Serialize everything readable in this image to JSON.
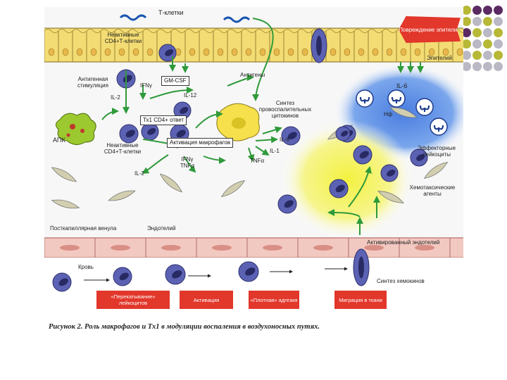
{
  "labels": {
    "t_cells": "Т-клетки",
    "inactive_cd4_top": "Неактивные CD4+Т-клетки",
    "epithelium_damage": "Повреждение эпителия",
    "epithelium": "Эпителий",
    "antigenic_stimulation": "Антигенная стимуляция",
    "ifn_gamma_1": "IFNγ",
    "gm_csf": "GM-CSF",
    "antigens": "Антигены",
    "il_12": "IL-12",
    "il_2_1": "IL-2",
    "th1_response": "Тх1 CD4+ ответ",
    "proinflammatory_synthesis": "Синтез провоспалительных цитокинов",
    "il_6_1": "IL-6",
    "nf": "Нф",
    "apc": "АПК",
    "inactive_cd4_bottom": "Неактивные CD4+Т-клетки",
    "macrophage_activation": "Активация макрофагов",
    "il_6_2": "IL-6",
    "il_1": "IL-1",
    "tnf_alpha_1": "TNFα",
    "ifn_gamma_tnf_alpha": "IFNγ TNFα",
    "il_2_2": "IL-2",
    "effector_leukocytes": "Эффекторные лейкоциты",
    "chemotactic_agents": "Хемотаксические агенты",
    "postcapillary_venule": "Посткапиллярная венула",
    "endothelium": "Эндотелий",
    "activated_endothelium": "Активированный эндотелий",
    "blood": "Кровь",
    "chemokine_synthesis": "Синтез хемокинов"
  },
  "stages": [
    "«Перекатывание» лейкоцитов",
    "Активация",
    "«Плотная» адгезия",
    "Миграция в ткани"
  ],
  "caption": "Рисунок 2. Роль макрофагов и Тх1 в модуляции воспаления в воздухоносных путях.",
  "colors": {
    "dot_purple": "#5b2a63",
    "dot_olive": "#b7b836",
    "dot_gray": "#b9b8c4",
    "stage_red": "#e2372b",
    "cell_blue": "#5c62b3",
    "epithelium_yellow": "#f3dc73",
    "endothelium_pink": "#f2c9c0",
    "blue_glow": "#5c8be0",
    "yellow_glow": "#f2f25a"
  }
}
